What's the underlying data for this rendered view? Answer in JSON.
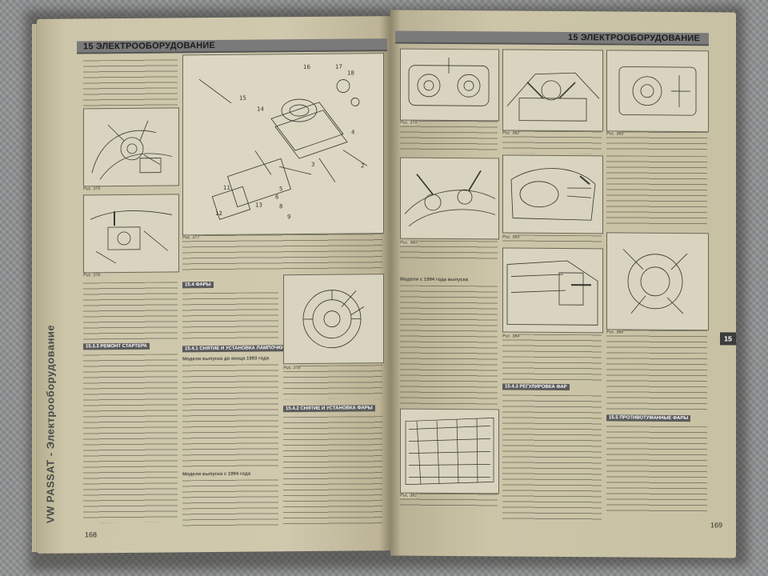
{
  "left_page": {
    "header": "15 ЭЛЕКТРООБОРУДОВАНИЕ",
    "side_title": "VW PASSAT - Электрооборудование",
    "page_number": "168",
    "sections": {
      "starter_repair": "15.3.3 РЕМОНТ СТАРТЕРА",
      "headlights": "15.4 ФАРЫ",
      "lamp_replace": "15.4.1 СНЯТИЕ И УСТАНОВКА ЛАМПОЧКИ",
      "headlight_remove": "15.4.2 СНЯТИЕ И УСТАНОВКА ФАРЫ"
    },
    "subheadings": {
      "until_1993": "Модели выпуска до конца 1993 года",
      "since_1994": "Модели выпуска с 1994 года"
    },
    "captions": {
      "fig375": "Рис. 375",
      "fig376": "Рис. 376",
      "fig377": "Рис. 377",
      "fig378": "Рис. 378"
    }
  },
  "right_page": {
    "header": "15 ЭЛЕКТРООБОРУДОВАНИЕ",
    "page_number": "169",
    "tab": "15",
    "sections": {
      "adjust": "15.4.3 РЕГУЛИРОВКА ФАР",
      "fog": "15.5 ПРОТИВОТУМАННЫЕ ФАРЫ"
    },
    "subheadings": {
      "since_1994": "Модели с 1994 года выпуска"
    },
    "captions": {
      "fig379": "Рис. 379",
      "fig380": "Рис. 380",
      "fig381": "Рис. 381",
      "fig382": "Рис. 382",
      "fig383": "Рис. 383",
      "fig384": "Рис. 384",
      "fig385": "Рис. 385",
      "fig386": "Рис. 386"
    }
  }
}
